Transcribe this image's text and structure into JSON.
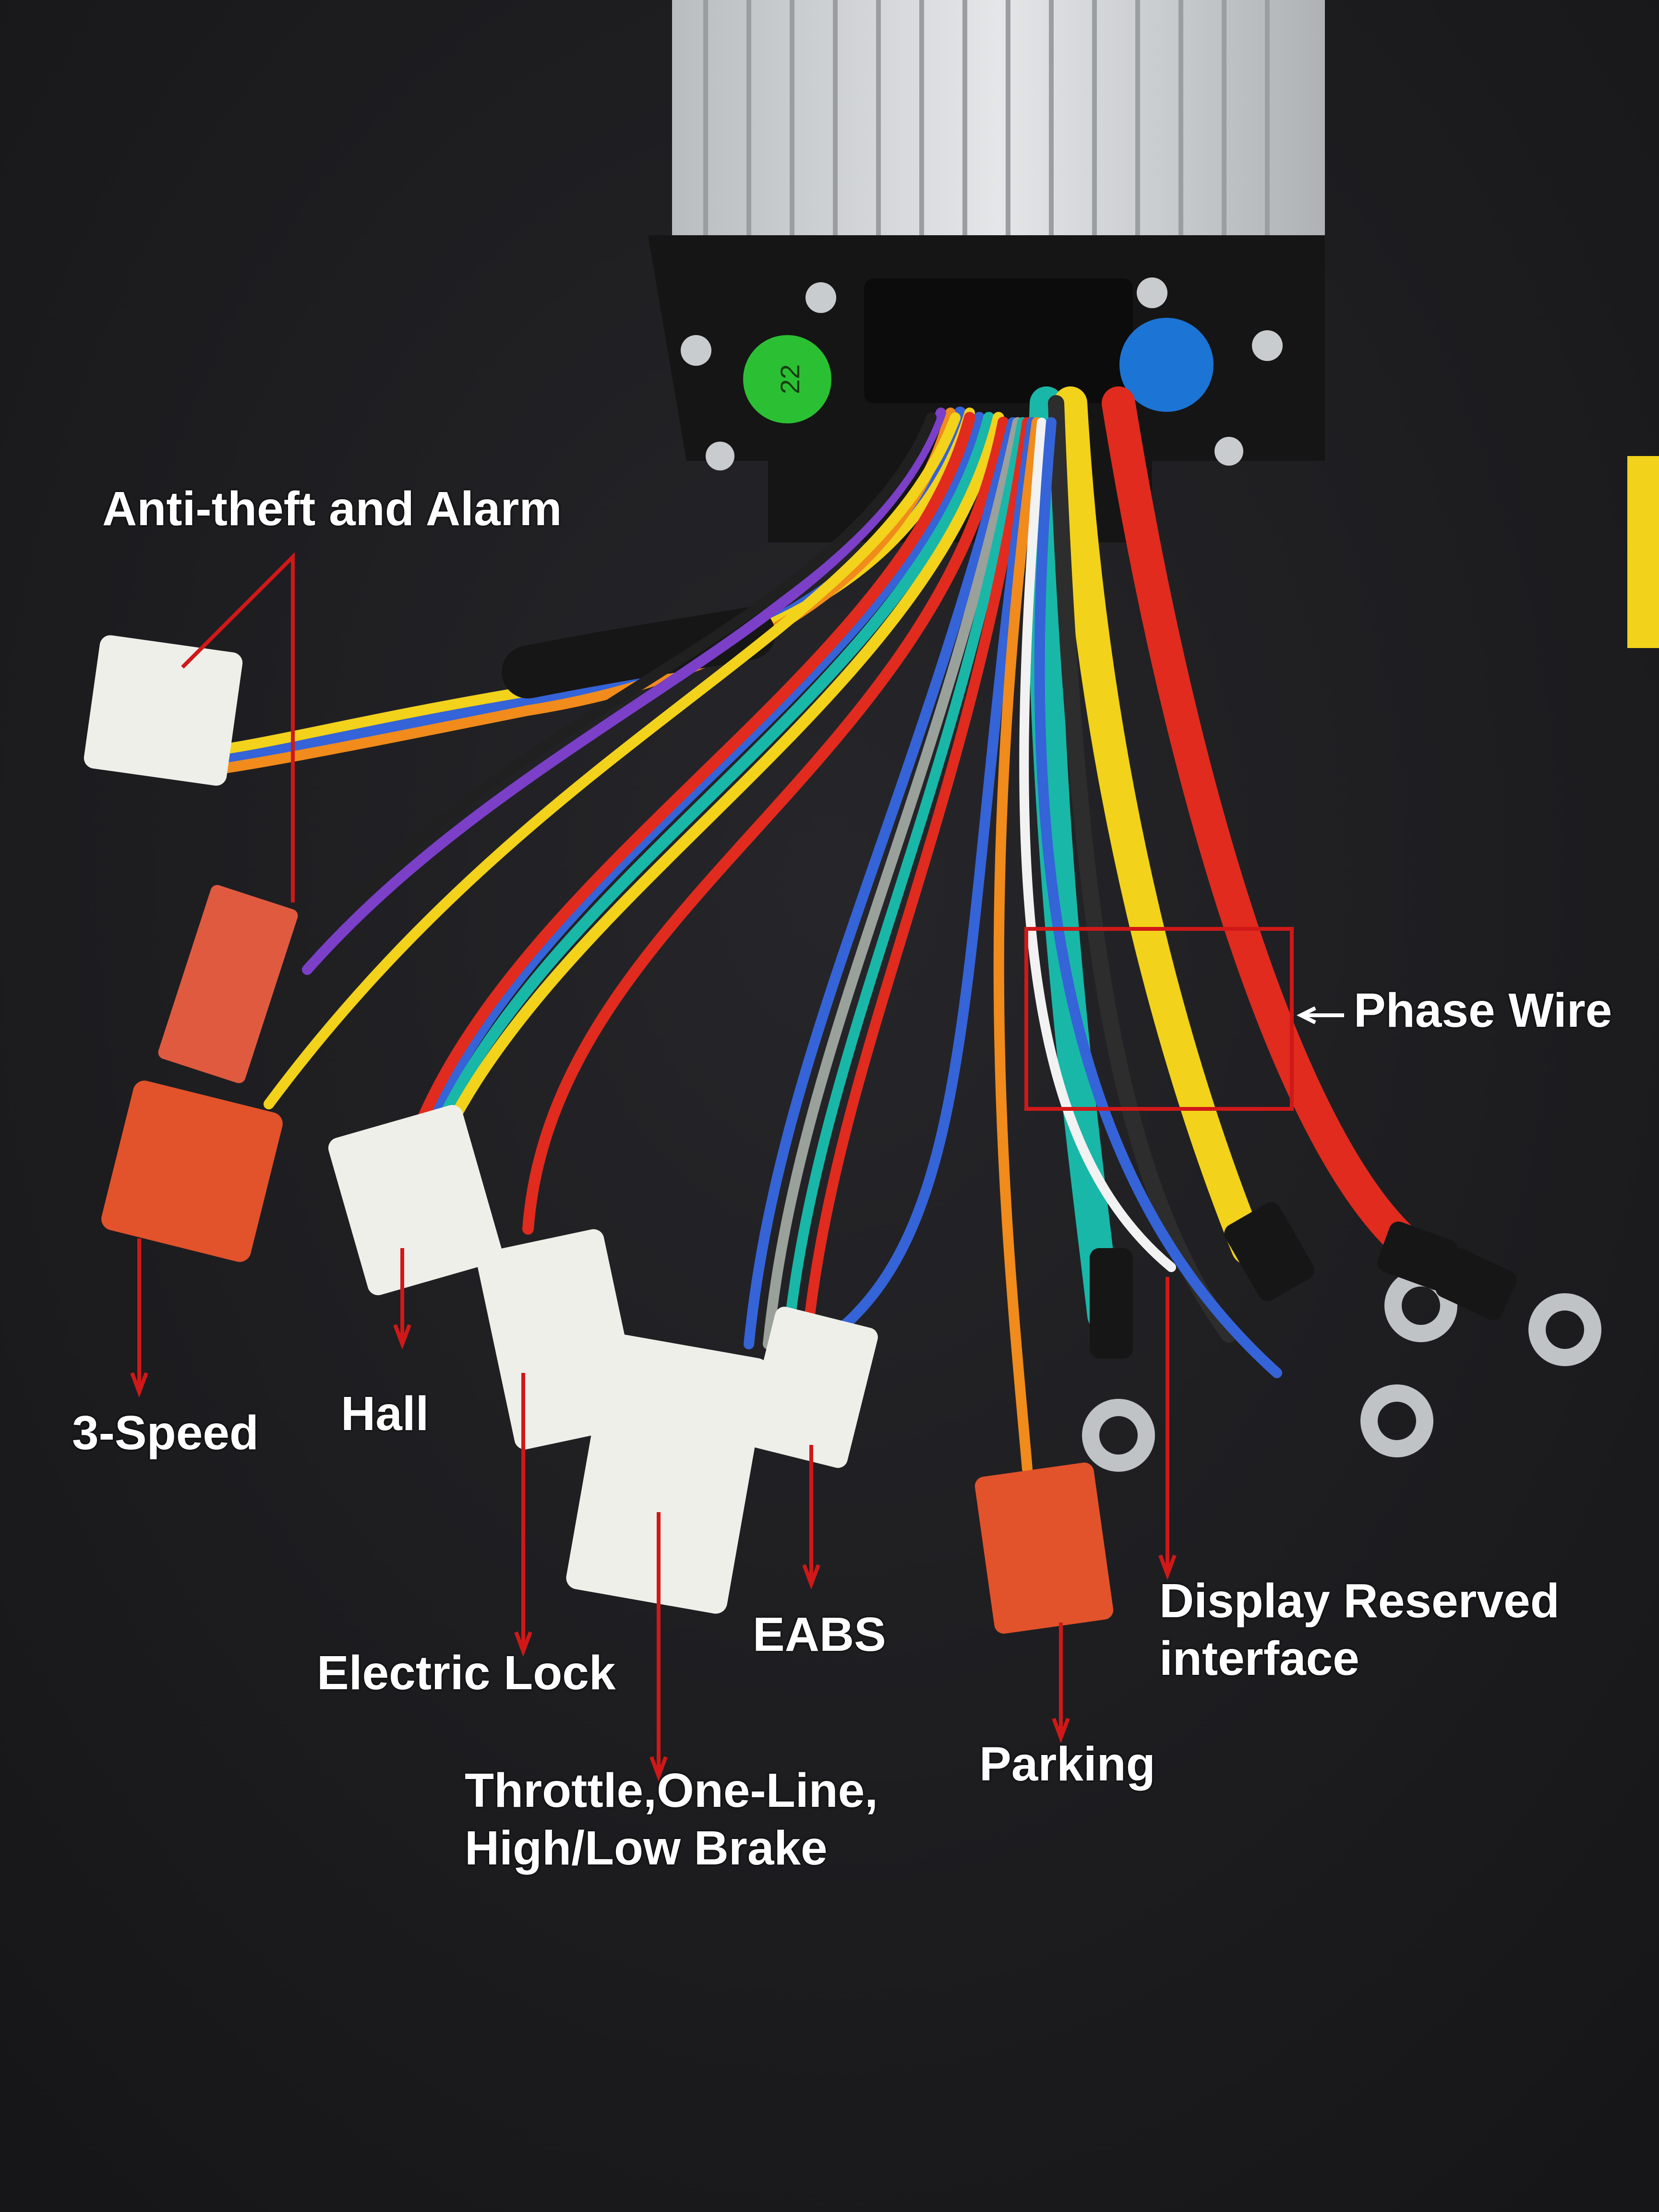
{
  "colors": {
    "background": "#1c1c1e",
    "annotation": "#d01818",
    "label_text": "#ffffff",
    "connector_white": "#efefea",
    "connector_orange": "#e2522b",
    "heatsink": "#d7dadc",
    "mount_plate": "#151515",
    "sticker_green": "#2bc033",
    "sticker_blue": "#1c74d4",
    "tape_yellow": "#f2d21a"
  },
  "stickers": {
    "green_text": "22",
    "blue_text": ""
  },
  "labels": {
    "anti_theft": "Anti-theft and Alarm",
    "three_speed": "3-Speed",
    "hall": "Hall",
    "electric_lock": "Electric Lock",
    "throttle_line1": "Throttle,One-Line,",
    "throttle_line2": "High/Low Brake",
    "eabs": "EABS",
    "parking": "Parking",
    "display_line1": "Display Reserved",
    "display_line2": "interface",
    "phase_wire": "Phase Wire"
  }
}
